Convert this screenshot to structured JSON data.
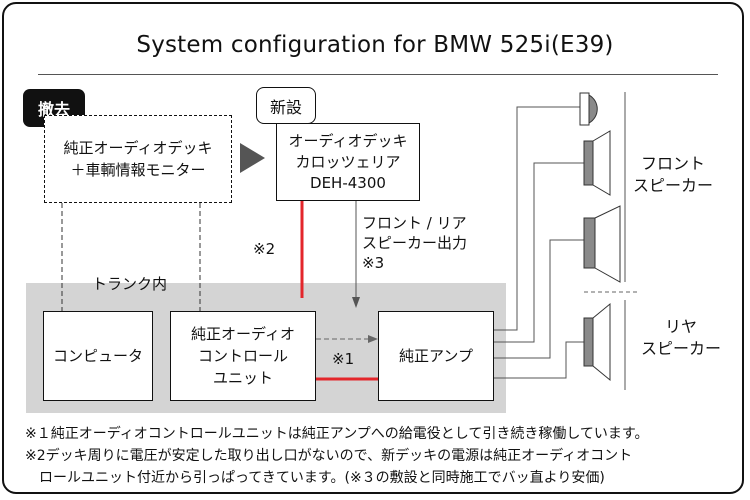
{
  "title": "System configuration for BMW 525i(E39)",
  "tags": {
    "removed": "撤去",
    "new": "新設"
  },
  "oem_unit": {
    "line1": "純正オーディオデッキ",
    "line2": "＋車輌情報モニター"
  },
  "new_deck": {
    "line1": "オーディオデッキ",
    "line2": "カロッツェリア",
    "line3": "DEH-4300"
  },
  "trunk_label": "トランク内",
  "computer": "コンピュータ",
  "control_unit": {
    "line1": "純正オーディオ",
    "line2": "コントロール",
    "line3": "ユニット"
  },
  "amp": "純正アンプ",
  "labels": {
    "note2_mark": "※2",
    "note1_mark": "※1",
    "output_line1": "フロント / リア",
    "output_line2": "スピーカー出力",
    "output_line3": "※3"
  },
  "speakers": {
    "front": {
      "line1": "フロント",
      "line2": "スピーカー"
    },
    "rear": {
      "line1": "リヤ",
      "line2": "スピーカー"
    }
  },
  "notes": [
    "※１純正オーディオコントロールユニットは純正アンプへの給電役として引き続き稼働しています。",
    "※2デッキ周りに電圧が安定した取り出し口がないので、新デッキの電源は純正オーディオコント",
    "　ロールユニット付近から引っぱってきています。(※３の敷設と同時施工でバッ直より安価)"
  ],
  "colors": {
    "power_wire": "#e3262b",
    "trunk_bg": "#d4d4d4",
    "speaker_fill": "#8a8a8a"
  }
}
